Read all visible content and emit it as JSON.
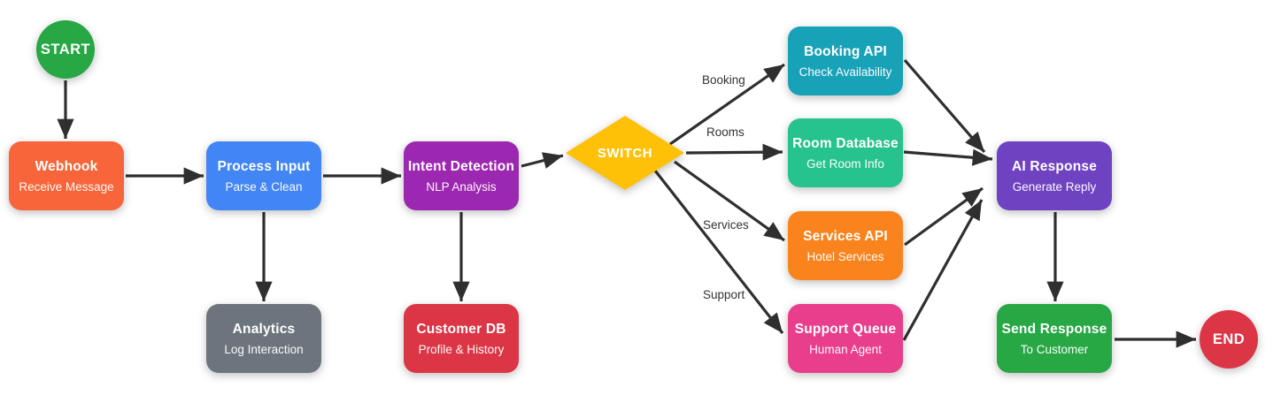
{
  "diagram": {
    "arrow_color": "#2f2f2f",
    "nodes": {
      "start": {
        "label": "START",
        "color": "#28a745"
      },
      "webhook": {
        "title": "Webhook",
        "subtitle": "Receive Message",
        "color": "#f8653a"
      },
      "process_input": {
        "title": "Process Input",
        "subtitle": "Parse & Clean",
        "color": "#4285f4"
      },
      "analytics": {
        "title": "Analytics",
        "subtitle": "Log Interaction",
        "color": "#6c757d"
      },
      "intent_detection": {
        "title": "Intent Detection",
        "subtitle": "NLP Analysis",
        "color": "#9c27b0"
      },
      "customer_db": {
        "title": "Customer DB",
        "subtitle": "Profile & History",
        "color": "#dc3545"
      },
      "switch": {
        "label": "SWITCH",
        "color": "#ffc107"
      },
      "booking_api": {
        "title": "Booking API",
        "subtitle": "Check Availability",
        "color": "#18a2b8"
      },
      "room_database": {
        "title": "Room Database",
        "subtitle": "Get Room Info",
        "color": "#26c38e"
      },
      "services_api": {
        "title": "Services API",
        "subtitle": "Hotel Services",
        "color": "#f9831d"
      },
      "support_queue": {
        "title": "Support Queue",
        "subtitle": "Human Agent",
        "color": "#e83e8c"
      },
      "ai_response": {
        "title": "AI Response",
        "subtitle": "Generate Reply",
        "color": "#6f42c1"
      },
      "send_response": {
        "title": "Send Response",
        "subtitle": "To Customer",
        "color": "#28a745"
      },
      "end": {
        "label": "END",
        "color": "#dc3545"
      }
    },
    "edge_labels": {
      "booking": "Booking",
      "rooms": "Rooms",
      "services": "Services",
      "support": "Support"
    }
  }
}
